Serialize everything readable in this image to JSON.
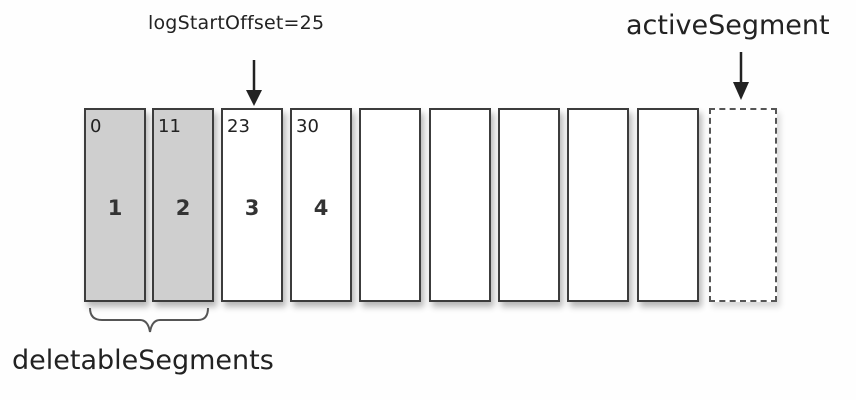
{
  "labels": {
    "log_start_offset": "logStartOffset=25",
    "active_segment": "activeSegment",
    "deletable_segments": "deletableSegments"
  },
  "segments": [
    {
      "offset": "0",
      "number": "1",
      "state": "deletable"
    },
    {
      "offset": "11",
      "number": "2",
      "state": "deletable"
    },
    {
      "offset": "23",
      "number": "3",
      "state": "normal"
    },
    {
      "offset": "30",
      "number": "4",
      "state": "normal"
    },
    {
      "offset": "",
      "number": "",
      "state": "normal"
    },
    {
      "offset": "",
      "number": "",
      "state": "normal"
    },
    {
      "offset": "",
      "number": "",
      "state": "normal"
    },
    {
      "offset": "",
      "number": "",
      "state": "normal"
    },
    {
      "offset": "",
      "number": "",
      "state": "normal"
    },
    {
      "offset": "",
      "number": "",
      "state": "active"
    }
  ],
  "colors": {
    "deletable_fill": "#cfcfcf",
    "segment_border": "#3c3c3c",
    "active_border": "#555555"
  }
}
